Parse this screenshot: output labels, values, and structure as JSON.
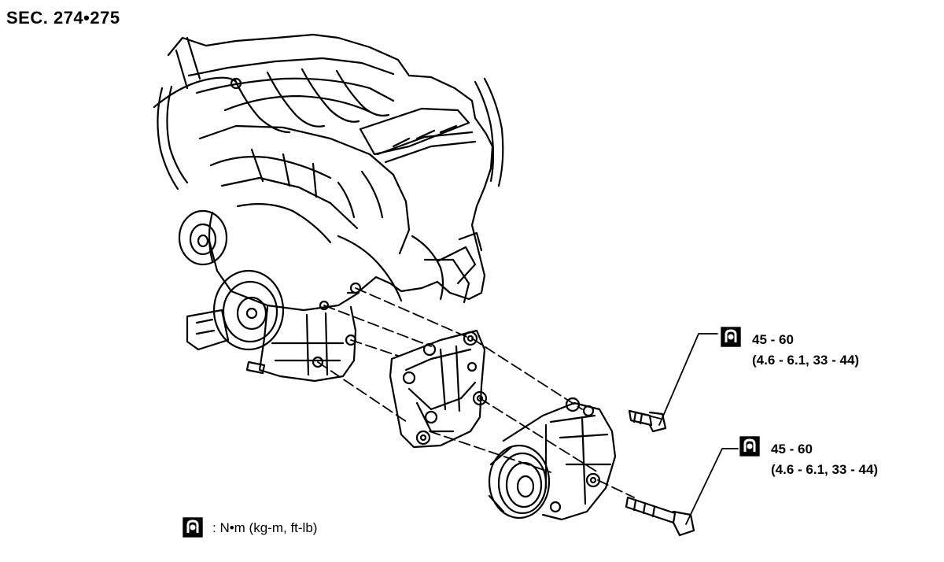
{
  "title": "SEC. 274•275",
  "torque_callouts": [
    {
      "line1": "45 - 60",
      "line2": "(4.6 - 6.1, 33 - 44)"
    },
    {
      "line1": "45 - 60",
      "line2": "(4.6 - 6.1, 33 - 44)"
    }
  ],
  "legend": {
    "text": ": N•m (kg-m, ft-lb)"
  },
  "icons": [
    "torque-wrench-icon"
  ],
  "colors": {
    "ink": "#000000",
    "paper": "#ffffff"
  }
}
